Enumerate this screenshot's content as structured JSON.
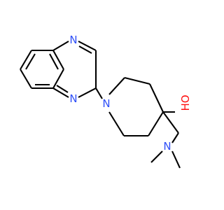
{
  "molecule": {
    "atoms": {
      "n_quinoxaline_top": {
        "symbol": "N",
        "color": "#3050F8"
      },
      "n_quinoxaline_bottom": {
        "symbol": "N",
        "color": "#3050F8"
      },
      "n_azepane": {
        "symbol": "N",
        "color": "#3050F8"
      },
      "oh": {
        "symbol": "HO",
        "color": "#FF0D0D"
      },
      "n_dimethylamino": {
        "symbol": "N",
        "color": "#3050F8"
      }
    },
    "bond_color": "#000000"
  }
}
